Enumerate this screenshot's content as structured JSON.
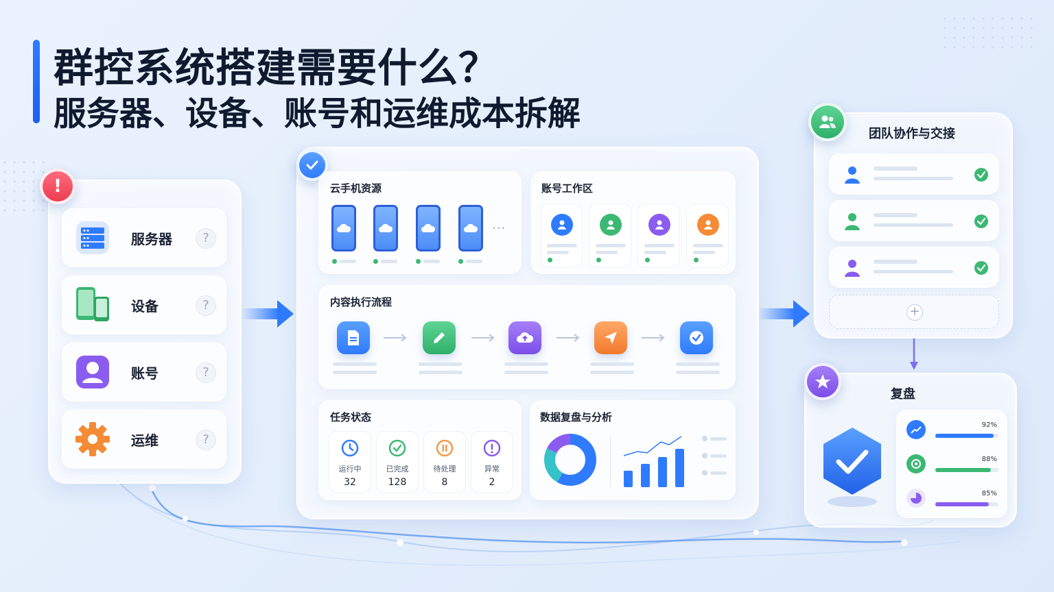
{
  "title": {
    "line1": "群控系统搭建需要什么？",
    "line2": "服务器、设备、账号和运维成本拆解"
  },
  "left_panel": {
    "items": [
      {
        "label": "服务器",
        "icon": "server-icon",
        "help": "?"
      },
      {
        "label": "设备",
        "icon": "phone-tablet-icon",
        "help": "?"
      },
      {
        "label": "账号",
        "icon": "user-icon",
        "help": "?"
      },
      {
        "label": "运维",
        "icon": "gear-icon",
        "help": "?"
      }
    ],
    "badge": "!"
  },
  "center": {
    "cloud_phone": {
      "title": "云手机资源",
      "more": "···"
    },
    "account_workspace": {
      "title": "账号工作区"
    },
    "content_flow": {
      "title": "内容执行流程"
    },
    "task_status": {
      "title": "任务状态",
      "items": [
        {
          "label": "运行中",
          "value": "32",
          "color": "#2f7bff"
        },
        {
          "label": "已完成",
          "value": "128",
          "color": "#3bb873"
        },
        {
          "label": "待处理",
          "value": "8",
          "color": "#f39a4a"
        },
        {
          "label": "异常",
          "value": "2",
          "color": "#8a5cf0"
        }
      ]
    },
    "data_review": {
      "title": "数据复盘与分析"
    }
  },
  "team": {
    "title": "团队协作与交接",
    "add": "+"
  },
  "review": {
    "title": "复盘",
    "metrics": [
      {
        "pct": "92%",
        "fill": 0.92,
        "color": "#2f7bff"
      },
      {
        "pct": "88%",
        "fill": 0.88,
        "color": "#3bb873"
      },
      {
        "pct": "85%",
        "fill": 0.85,
        "color": "#8a5cf0"
      }
    ]
  },
  "colors": {
    "accent": "#2f7bff",
    "green": "#3bb873",
    "purple": "#8a5cf0",
    "orange": "#f39a4a",
    "red": "#f04a5e"
  }
}
